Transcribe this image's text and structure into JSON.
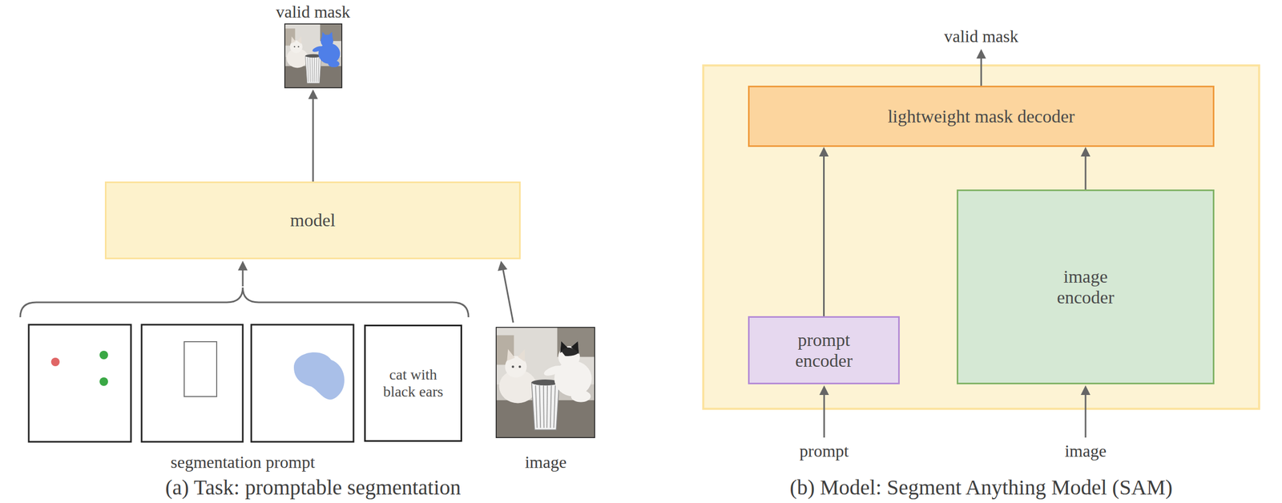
{
  "diagram": {
    "nodes": [
      {
        "text": [
          "model"
        ]
      },
      {
        "text": [
          "cat with black ears"
        ]
      },
      {
        "text": [
          "lightweight mask decoder"
        ]
      },
      {
        "text": [
          "prompt encoder"
        ]
      },
      {
        "text": [
          "image encoder"
        ]
      }
    ],
    "edges": [
      {
        "from": 3,
        "to": 2,
        "arrow": "to"
      },
      {
        "from": 4,
        "to": 2,
        "arrow": "to"
      }
    ],
    "labels": [
      "valid mask",
      "segmentation prompt",
      "image",
      "(a) Task: promptable segmentation",
      "valid mask",
      "prompt",
      "image",
      "(b) Model: Segment Anything Model (SAM)"
    ]
  }
}
